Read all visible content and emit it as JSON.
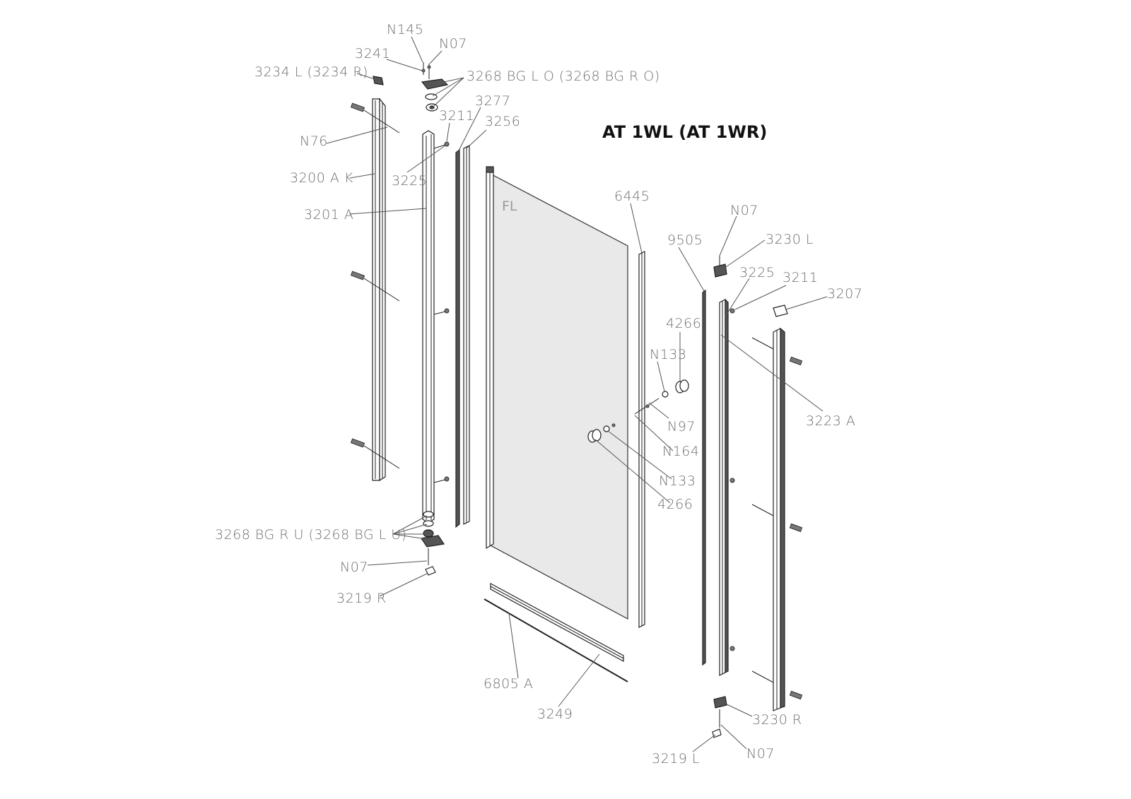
{
  "title": "AT 1WL (AT 1WR)",
  "glass_mark": "FL",
  "labels": {
    "n145": "N145",
    "n07_top": "N07",
    "p3241": "3241",
    "p3234": "3234 L (3234 R)",
    "p3268_top": "3268 BG L O (3268 BG R O)",
    "p3277": "3277",
    "p3211_left": "3211",
    "p3256": "3256",
    "n76": "N76",
    "p3200": "3200 A K",
    "p3225_left": "3225",
    "p3201": "3201 A",
    "p6445": "6445",
    "n07_right": "N07",
    "p9505": "9505",
    "p3230l": "3230 L",
    "p3225_right": "3225",
    "p3211_right": "3211",
    "p3207": "3207",
    "p4266_top": "4266",
    "n133_top": "N133",
    "p3223": "3223 A",
    "n97": "N97",
    "n164": "N164",
    "n133_bottom": "N133",
    "p4266_bottom": "4266",
    "p3268_bottom": "3268 BG R U (3268 BG L U)",
    "n07_left": "N07",
    "p3219r": "3219 R",
    "p6805": "6805 A",
    "p3249": "3249",
    "p3230r": "3230 R",
    "p3219l": "3219 L",
    "n07_bottom": "N07"
  }
}
